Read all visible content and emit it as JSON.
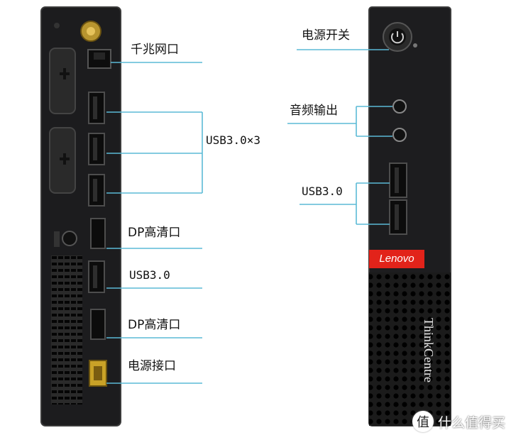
{
  "left_labels": {
    "lan": "千兆网口",
    "usb3x3": "USB3.0×3",
    "dp1": "DP高清口",
    "usb3": "USB3.0",
    "dp2": "DP高清口",
    "power_port": "电源接口"
  },
  "right_labels": {
    "power_switch": "电源开关",
    "audio": "音频输出",
    "usb3": "USB3.0"
  },
  "branding": {
    "lenovo": "Lenovo",
    "thinkcentre": "ThinkCentre"
  },
  "watermark": {
    "text": "什么值得买",
    "logo": "值"
  },
  "colors": {
    "leader_line": "#5bbad5",
    "chassis": "#1d1d1f",
    "lenovo_red": "#e2231a"
  }
}
